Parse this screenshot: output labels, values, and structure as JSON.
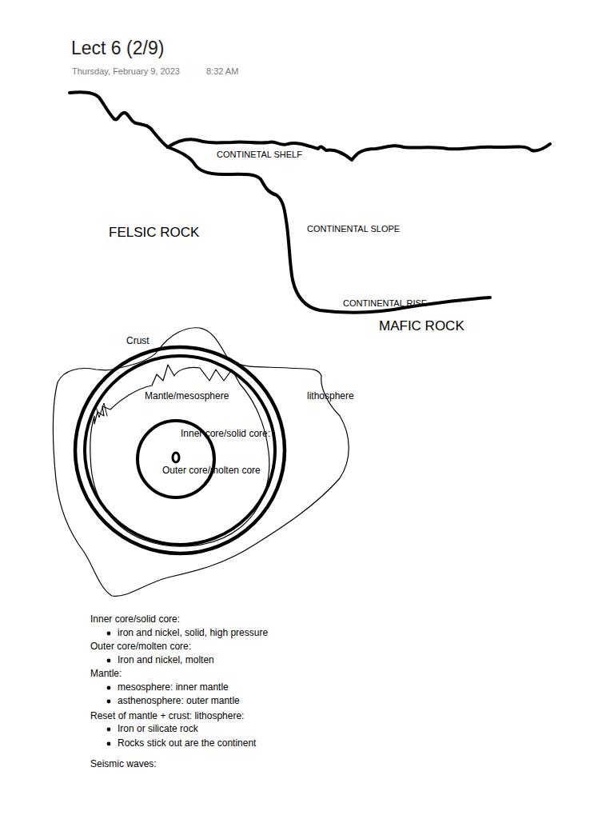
{
  "diagram": {
    "title": "Lect 6 (2/9)",
    "labels": [
      "Thursday, February 9, 2023",
      "8:32 AM",
      "CONTINETAL SHELF",
      "FELSIC ROCK",
      "CONTINENTAL SLOPE",
      "CONTINENTAL RISE",
      "MAFIC ROCK",
      "Crust",
      "Mantle/mesosphere",
      "lithosphere",
      "Inner core/solid core:",
      "Outer core/molten core",
      "Inner core/solid core:",
      "iron and nickel, solid, high pressure",
      "Outer core/molten core:",
      "Iron and nickel, molten",
      "Mantle:",
      "mesosphere: inner mantle",
      "asthenosphere: outer mantle",
      "Reset of mantle + crust: lithosphere:",
      "Iron or silicate rock",
      "Rocks stick out are the continent",
      "Seismic waves:"
    ]
  }
}
